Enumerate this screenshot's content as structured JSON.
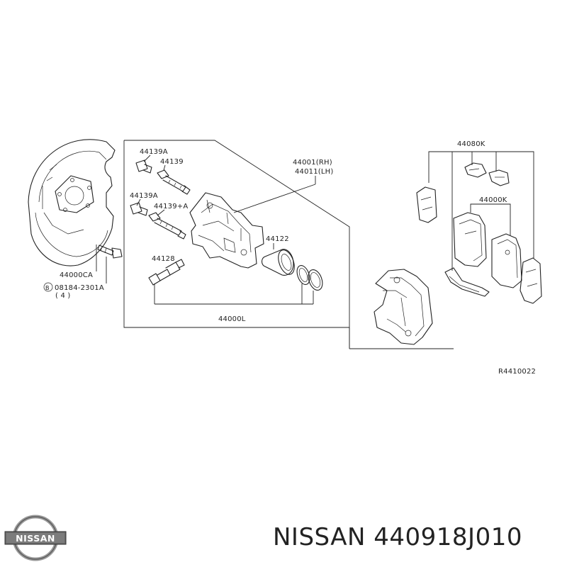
{
  "labels": {
    "l44139a_1": "44139A",
    "l44139": "44139",
    "l44139a_2": "44139A",
    "l44139_a": "44139+A",
    "l44128": "44128",
    "l44001": "44001(RH)",
    "l44011": "44011(LH)",
    "l44122": "44122",
    "l44000l": "44000L",
    "l44000ca": "44000CA",
    "l08184": "08184-2301A",
    "l08184_b": "B",
    "l08184_qty": "( 4 )",
    "l44080k": "44080K",
    "l44000k": "44000K",
    "ref": "R4410022"
  },
  "logo": {
    "text": "NISSAN"
  },
  "footer": {
    "part_number": "NISSAN 440918J010"
  }
}
